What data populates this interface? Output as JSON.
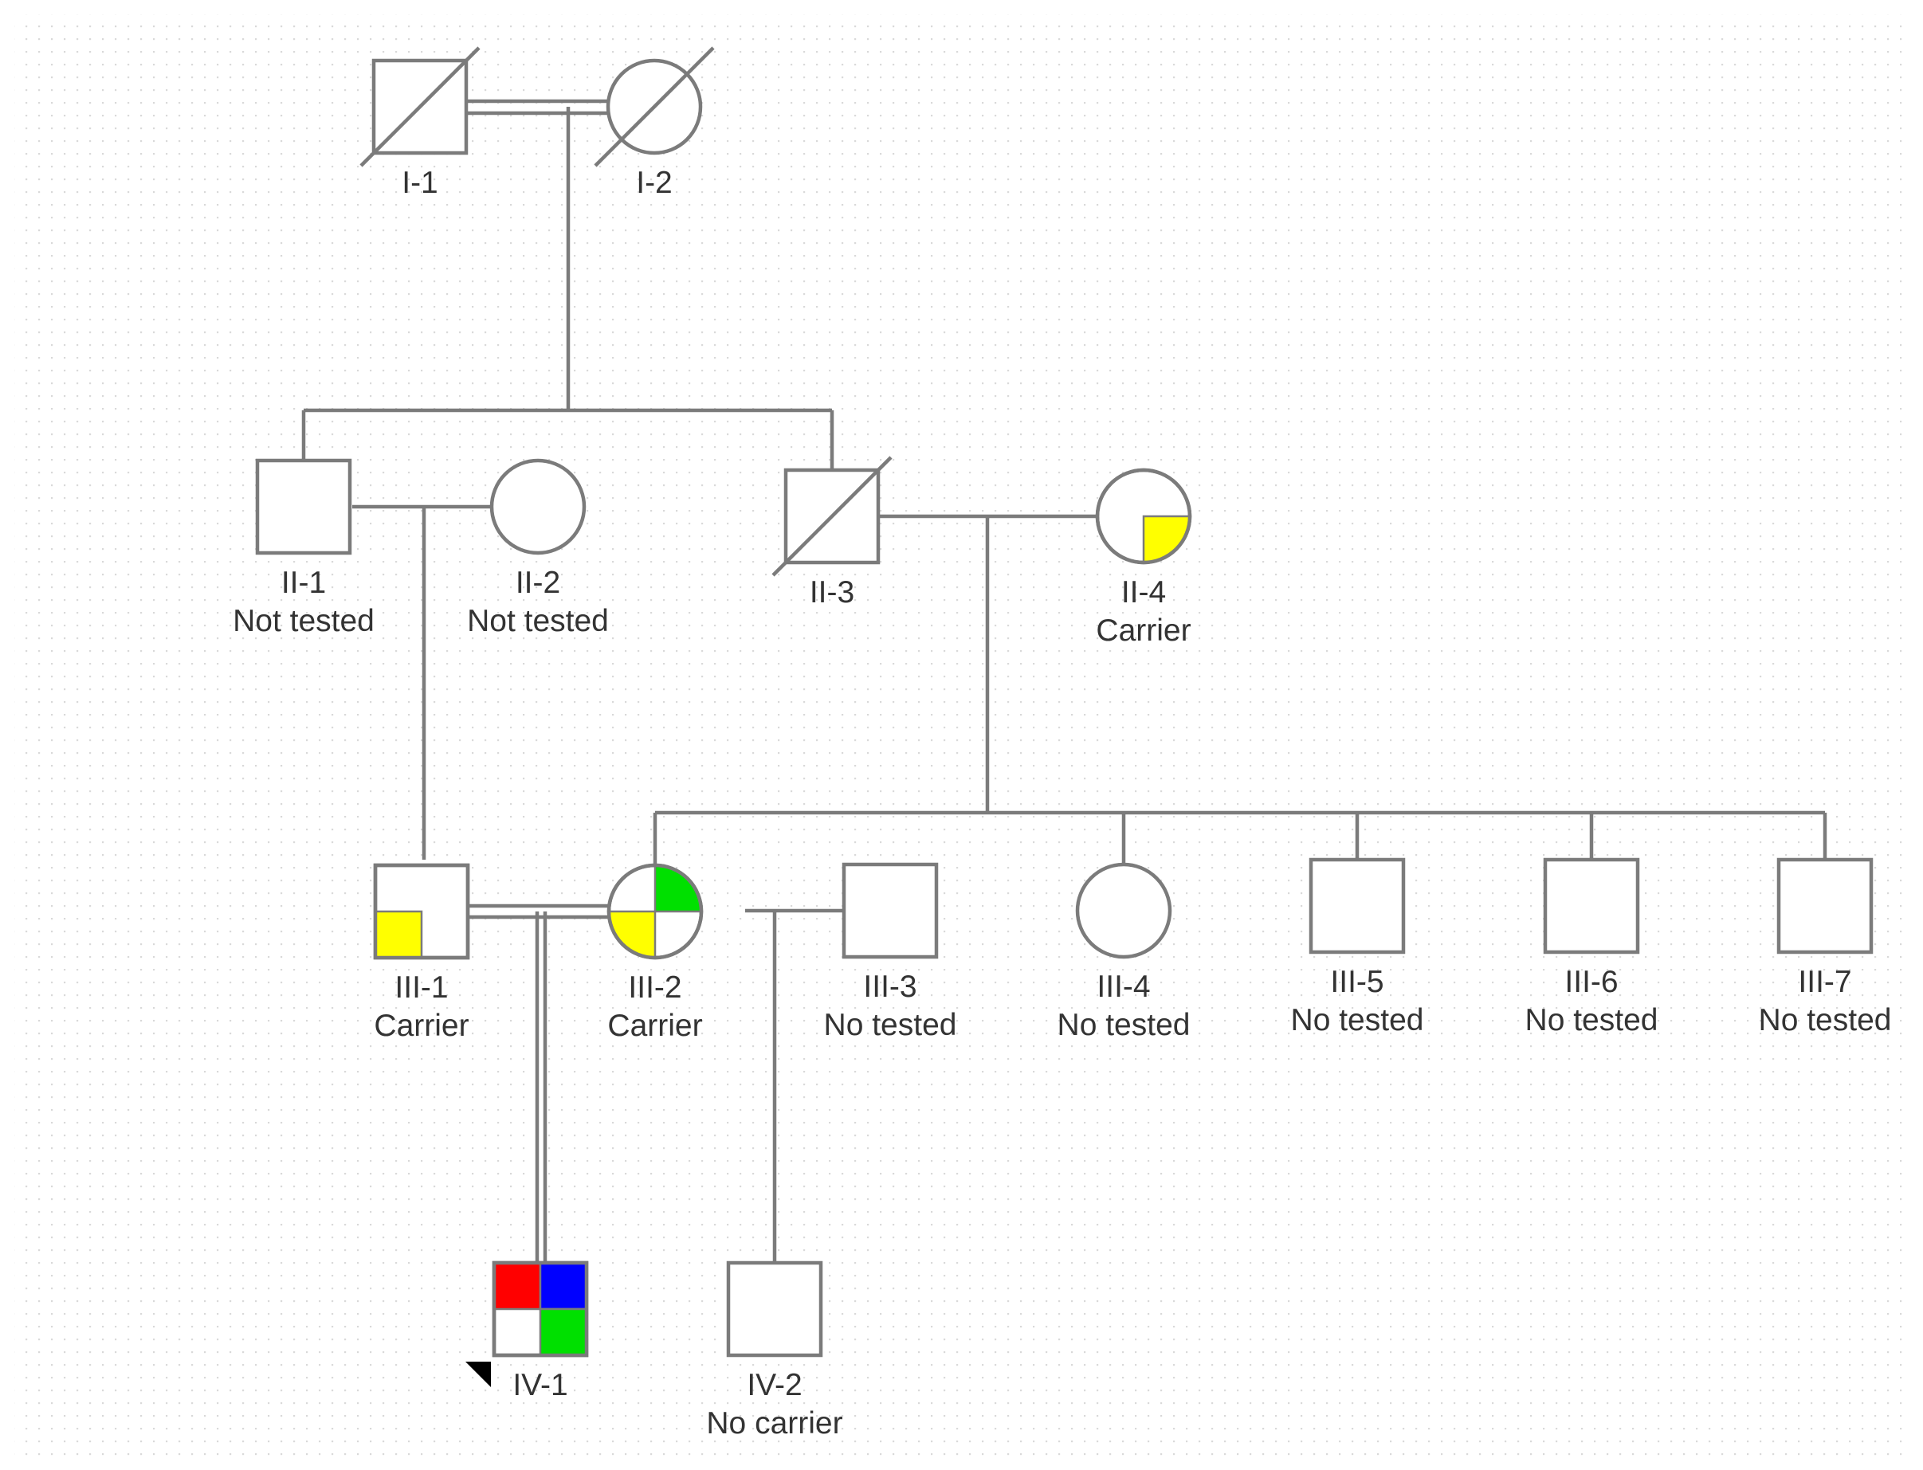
{
  "colors": {
    "background": "#ffffff",
    "grid_dots": "#d7d7d7",
    "line": "#7b7b7b",
    "carrier_yellow": "#ffff00",
    "green": "#00e000",
    "red": "#ff0000",
    "blue": "#0000ff",
    "proband_arrow": "#000000",
    "label_text": "#333333"
  },
  "individuals": {
    "I-1": {
      "id": "I-1",
      "sex": "male",
      "deceased": true,
      "status": ""
    },
    "I-2": {
      "id": "I-2",
      "sex": "female",
      "deceased": true,
      "status": ""
    },
    "II-1": {
      "id": "II-1",
      "sex": "male",
      "deceased": false,
      "status": "Not tested"
    },
    "II-2": {
      "id": "II-2",
      "sex": "female",
      "deceased": false,
      "status": "Not tested"
    },
    "II-3": {
      "id": "II-3",
      "sex": "male",
      "deceased": true,
      "status": ""
    },
    "II-4": {
      "id": "II-4",
      "sex": "female",
      "deceased": false,
      "status": "Carrier",
      "shaded_quadrants": {
        "bottom-right": "#ffff00"
      }
    },
    "III-1": {
      "id": "III-1",
      "sex": "male",
      "deceased": false,
      "status": "Carrier",
      "shaded_quadrants": {
        "bottom-left": "#ffff00"
      }
    },
    "III-2": {
      "id": "III-2",
      "sex": "female",
      "deceased": false,
      "status": "Carrier",
      "shaded_quadrants": {
        "top-right": "#00e000",
        "bottom-left": "#ffff00"
      }
    },
    "III-3": {
      "id": "III-3",
      "sex": "male",
      "deceased": false,
      "status": "No tested"
    },
    "III-4": {
      "id": "III-4",
      "sex": "female",
      "deceased": false,
      "status": "No tested"
    },
    "III-5": {
      "id": "III-5",
      "sex": "male",
      "deceased": false,
      "status": "No tested"
    },
    "III-6": {
      "id": "III-6",
      "sex": "male",
      "deceased": false,
      "status": "No tested"
    },
    "III-7": {
      "id": "III-7",
      "sex": "male",
      "deceased": false,
      "status": "No tested"
    },
    "IV-1": {
      "id": "IV-1",
      "sex": "male",
      "deceased": false,
      "status": "",
      "proband": true,
      "shaded_quadrants": {
        "top-left": "#ff0000",
        "top-right": "#0000ff",
        "bottom-right": "#00e000"
      }
    },
    "IV-2": {
      "id": "IV-2",
      "sex": "male",
      "deceased": false,
      "status": "No carrier"
    }
  },
  "unions": [
    {
      "partners": [
        "I-1",
        "I-2"
      ],
      "consanguineous": true,
      "children": [
        "II-1",
        "II-3"
      ]
    },
    {
      "partners": [
        "II-1",
        "II-2"
      ],
      "consanguineous": false,
      "children": [
        "III-1"
      ]
    },
    {
      "partners": [
        "II-3",
        "II-4"
      ],
      "consanguineous": false,
      "children": [
        "III-2",
        "III-4",
        "III-5",
        "III-6",
        "III-7"
      ]
    },
    {
      "partners": [
        "III-1",
        "III-2"
      ],
      "consanguineous": true,
      "children": [
        "IV-1"
      ]
    },
    {
      "partners": [
        "III-2",
        "III-3"
      ],
      "consanguineous": false,
      "children": [
        "IV-2"
      ]
    }
  ]
}
